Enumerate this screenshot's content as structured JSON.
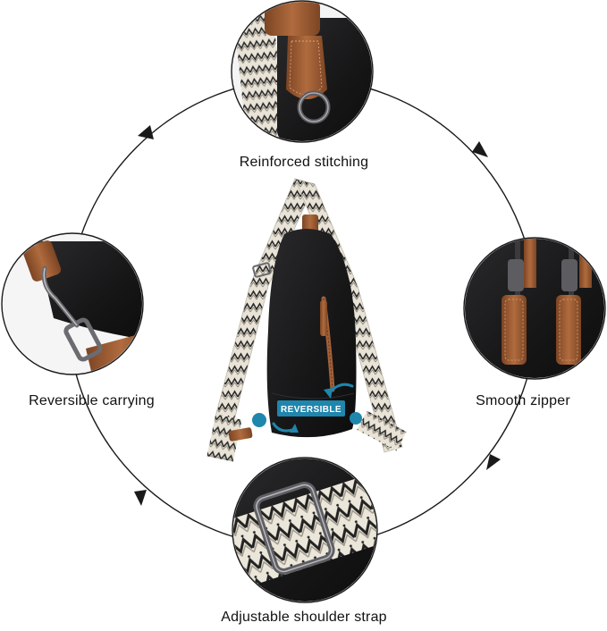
{
  "captions": {
    "top": "Reinforced stitching",
    "right": "Smooth zipper",
    "left": "Reversible carrying",
    "bottom": "Adjustable shoulder strap"
  },
  "badge": {
    "label": "REVERSIBLE"
  },
  "colors": {
    "leather_black": "#1c1c1e",
    "leather_brown": "#9a5a34",
    "strap_cream": "#e7e2d6",
    "badge_blue": "#1f86ad",
    "metal": "#6b6b70",
    "ring_line": "#1a1a1a"
  }
}
